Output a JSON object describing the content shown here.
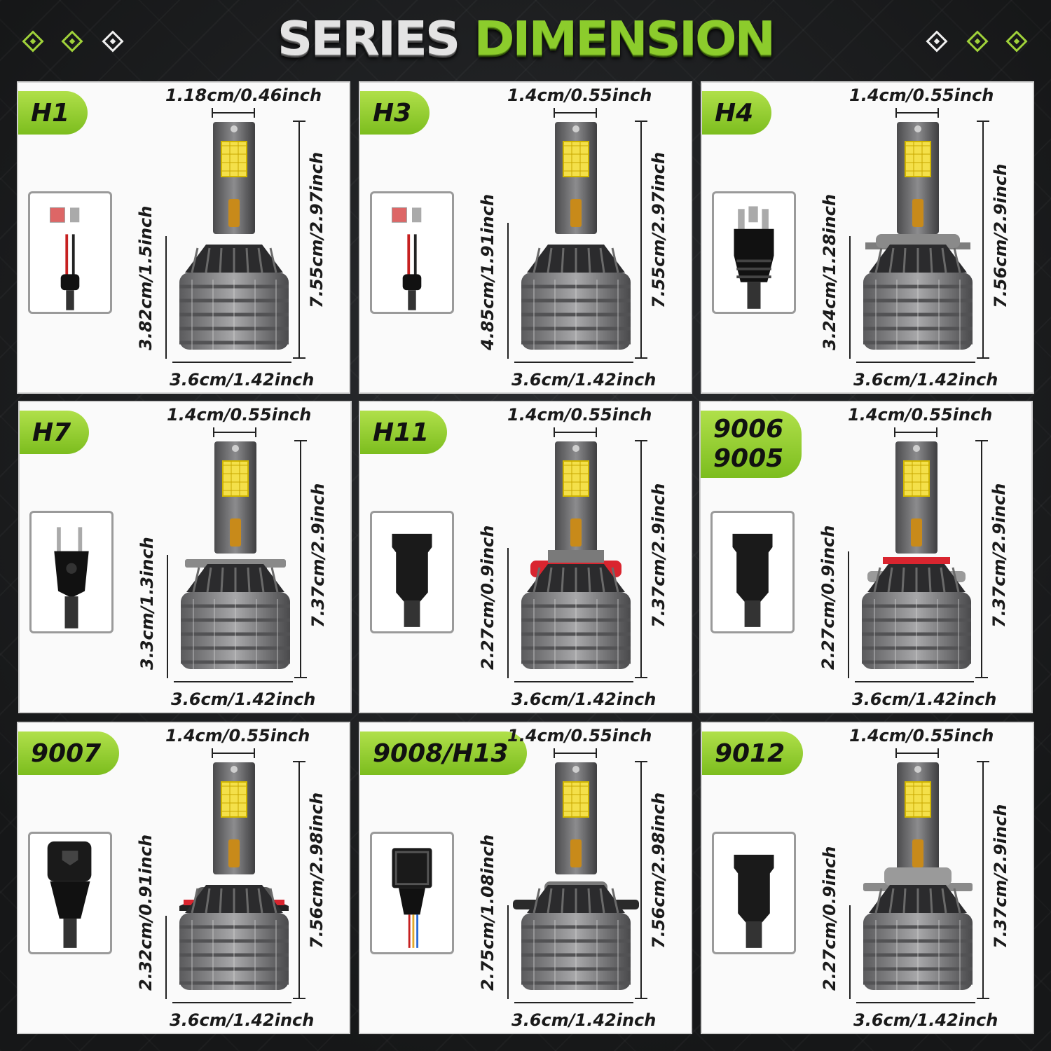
{
  "header": {
    "title_word1": "SERIES",
    "title_word2": "DIMENSION"
  },
  "colors": {
    "accent": "#8ccc2c",
    "background": "#1c1d1f",
    "card": "#fafafa"
  },
  "cards": [
    {
      "model": "H1",
      "top_width": "1.18cm/0.46inch",
      "total_height": "7.55cm/2.97inch",
      "base_height": "3.82cm/1.5inch",
      "base_width": "3.6cm/1.42inch",
      "connector": "h1-wire-connector-icon"
    },
    {
      "model": "H3",
      "top_width": "1.4cm/0.55inch",
      "total_height": "7.55cm/2.97inch",
      "base_height": "4.85cm/1.91inch",
      "base_width": "3.6cm/1.42inch",
      "connector": "h3-wire-connector-icon"
    },
    {
      "model": "H4",
      "top_width": "1.4cm/0.55inch",
      "total_height": "7.56cm/2.9inch",
      "base_height": "3.24cm/1.28inch",
      "base_width": "3.6cm/1.42inch",
      "connector": "h4-plug-connector-icon"
    },
    {
      "model": "H7",
      "top_width": "1.4cm/0.55inch",
      "total_height": "7.37cm/2.9inch",
      "base_height": "3.3cm/1.3inch",
      "base_width": "3.6cm/1.42inch",
      "connector": "h7-plug-connector-icon"
    },
    {
      "model": "H11",
      "top_width": "1.4cm/0.55inch",
      "total_height": "7.37cm/2.9inch",
      "base_height": "2.27cm/0.9inch",
      "base_width": "3.6cm/1.42inch",
      "connector": "h11-socket-connector-icon"
    },
    {
      "model_line1": "9006",
      "model_line2": "9005",
      "top_width": "1.4cm/0.55inch",
      "total_height": "7.37cm/2.9inch",
      "base_height": "2.27cm/0.9inch",
      "base_width": "3.6cm/1.42inch",
      "connector": "9006-socket-connector-icon"
    },
    {
      "model": "9007",
      "top_width": "1.4cm/0.55inch",
      "total_height": "7.56cm/2.98inch",
      "base_height": "2.32cm/0.91inch",
      "base_width": "3.6cm/1.42inch",
      "connector": "9007-socket-connector-icon"
    },
    {
      "model": "9008/H13",
      "top_width": "1.4cm/0.55inch",
      "total_height": "7.56cm/2.98inch",
      "base_height": "2.75cm/1.08inch",
      "base_width": "3.6cm/1.42inch",
      "connector": "h13-socket-connector-icon"
    },
    {
      "model": "9012",
      "top_width": "1.4cm/0.55inch",
      "total_height": "7.37cm/2.9inch",
      "base_height": "2.27cm/0.9inch",
      "base_width": "3.6cm/1.42inch",
      "connector": "9012-socket-connector-icon"
    }
  ]
}
